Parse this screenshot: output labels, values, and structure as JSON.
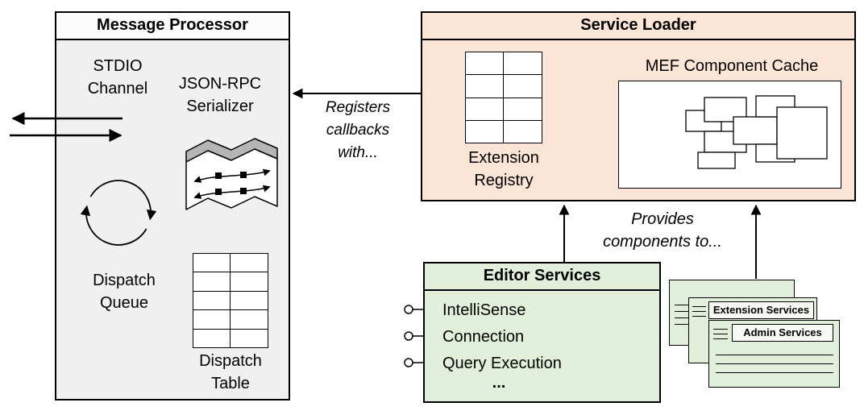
{
  "message_processor": {
    "title": "Message Processor",
    "stdio_channel": "STDIO Channel",
    "json_rpc_serializer": "JSON-RPC Serializer",
    "dispatch_queue": "Dispatch Queue",
    "dispatch_table": "Dispatch Table"
  },
  "service_loader": {
    "title": "Service Loader",
    "extension_registry": "Extension Registry",
    "mef_component_cache": "MEF Component Cache"
  },
  "editor_services": {
    "title": "Editor Services",
    "items": [
      "IntelliSense",
      "Connection",
      "Query Execution"
    ],
    "ellipsis": "..."
  },
  "service_stack": {
    "cards": [
      {
        "label": "Extension Services"
      },
      {
        "label": "Admin Services"
      }
    ]
  },
  "connector_labels": {
    "registers": "Registers callbacks with...",
    "provides": "Provides components to..."
  },
  "colors": {
    "message_processor_fill": "#f0f0f0",
    "message_processor_header": "#fcfcfc",
    "service_loader_fill": "#fbe5d6",
    "editor_services_fill": "#e2efda",
    "card_label_fill": "#f7faf2",
    "line": "#000000"
  },
  "icons": {
    "stdio-arrows-icon": "two opposing horizontal arrows",
    "json-rpc-serializer-icon": "ribbon banner with message flow arrows and squares",
    "dispatch-queue-cycle-icon": "circular cycle arrows",
    "dispatch-table-icon": "2x5 table grid",
    "extension-registry-icon": "2x4 table grid",
    "mef-components-icon": "cluster of overlapping component rectangles",
    "interface-lollipop-icon": "UML provided-interface circle"
  }
}
